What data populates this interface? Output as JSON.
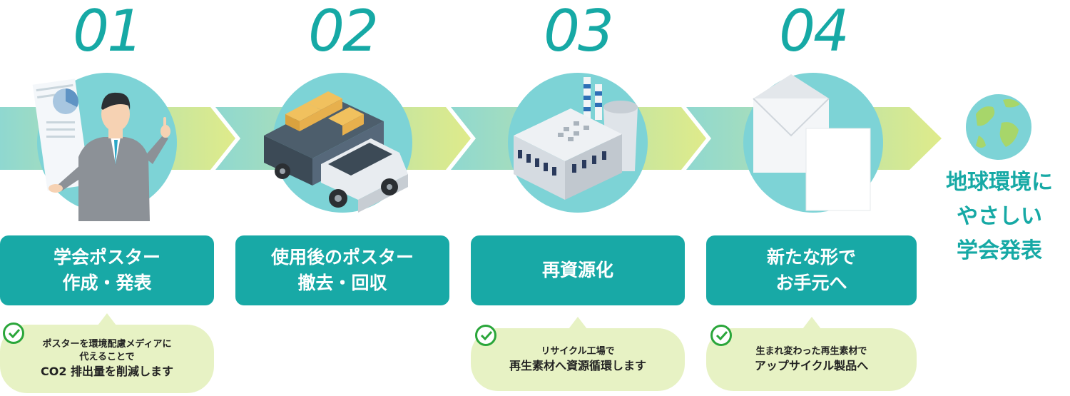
{
  "steps": [
    {
      "number": "01",
      "title": "学会ポスター\n作成・発表",
      "note": {
        "lines": [
          "ポスターを環境配慮メディアに",
          "代えることで",
          "CO2 排出量を削減します"
        ]
      }
    },
    {
      "number": "02",
      "title": "使用後のポスター\n撤去・回収",
      "note": null
    },
    {
      "number": "03",
      "title": "再資源化",
      "note": {
        "lines": [
          "リサイクル工場で",
          "再生素材へ資源循環します"
        ]
      }
    },
    {
      "number": "04",
      "title": "新たな形で\nお手元へ",
      "note": {
        "lines": [
          "生まれ変わった再生素材で",
          "アップサイクル製品へ"
        ]
      }
    }
  ],
  "final_label": [
    "地球環境に",
    "やさしい",
    "学会発表"
  ],
  "icons": [
    "businessman-poster-illustration",
    "truck-with-boxes-illustration",
    "recycling-factory-illustration",
    "envelope-paper-illustration",
    "globe-icon",
    "check-icon"
  ],
  "colors": {
    "teal": "#18a9a6",
    "circle": "#7dd3d6",
    "arrow_start": "#8fd8d0",
    "arrow_end": "#dfeb8a",
    "bubble": "#e7f2c4",
    "check": "#2aa63a"
  }
}
